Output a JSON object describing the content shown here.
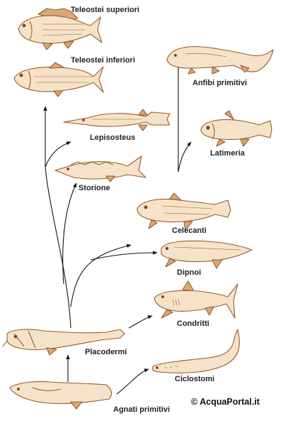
{
  "labels": {
    "teleostei_superiori": "Teleostei superiori",
    "teleostei_inferiori": "Teleostei inferiori",
    "anfibi_primitivi": "Anfibi primitivi",
    "lepisosteus": "Lepisosteus",
    "latimeria": "Latimeria",
    "storione": "Storione",
    "celecanti": "Celecanti",
    "dipnoi": "Dipnoi",
    "condritti": "Condritti",
    "placodermi": "Placodermi",
    "ciclostomi": "Ciclostomi",
    "agnati_primitivi": "Agnati primitivi"
  },
  "copyright": "© AcquaPortal.it",
  "colors": {
    "outline": "#9a5a2a",
    "fill": "#f6e2c8",
    "shade": "#d9a878",
    "arrow": "#111111"
  }
}
